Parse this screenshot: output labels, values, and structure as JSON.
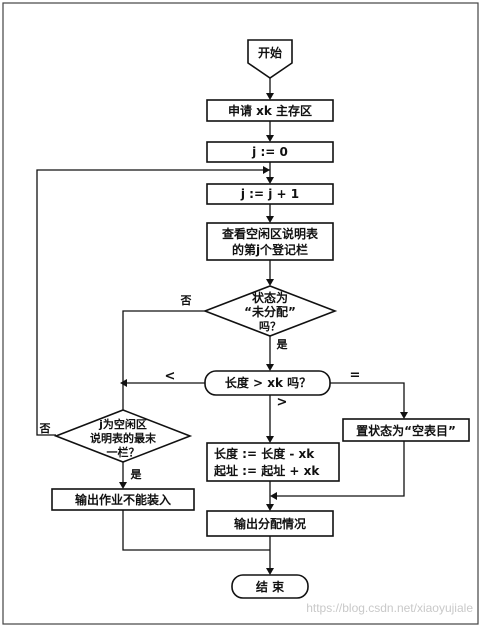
{
  "nodes": {
    "start": "开始",
    "apply": "申请 xk 主存区",
    "init": "j := 0",
    "incr": "j := j + 1",
    "check_lines": [
      "查看空闲区说明表",
      "的第j个登记栏"
    ],
    "status_lines": [
      "状态为",
      "“未分配”",
      "吗？"
    ],
    "length_q": "长度 > xk 吗？",
    "last_lines": [
      "j为空闲区",
      "说明表的最末",
      "一栏？"
    ],
    "set_empty": "置状态为“空表目”",
    "update_lines": [
      "长度 := 长度 - xk",
      "起址 := 起址 + xk"
    ],
    "fail": "输出作业不能装入",
    "output": "输出分配情况",
    "end": "结  束"
  },
  "labels": {
    "no": "否",
    "yes": "是",
    "lt": "<",
    "gt": ">",
    "eq": "="
  },
  "watermark": "https://blog.csdn.net/xiaoyujiale"
}
